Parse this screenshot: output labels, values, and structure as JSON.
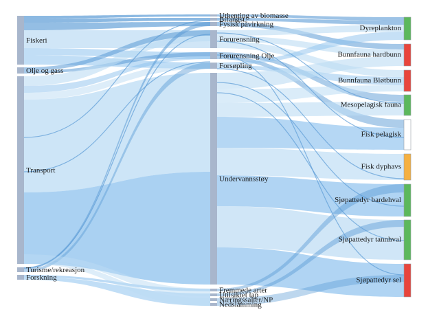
{
  "diagram": {
    "type": "sankey",
    "sources": [
      {
        "id": "fiskeri",
        "label": "Fiskeri"
      },
      {
        "id": "olje",
        "label": "Olje og gass"
      },
      {
        "id": "transport",
        "label": "Transport"
      },
      {
        "id": "turisme",
        "label": "Turisme/rekreasjon"
      },
      {
        "id": "forskning",
        "label": "Forskning"
      }
    ],
    "pressures": [
      {
        "id": "uthenting",
        "label": "Uthenting av biomasse"
      },
      {
        "id": "bifangst",
        "label": "Bifangst"
      },
      {
        "id": "fysisk",
        "label": "Fysisk påvirkning"
      },
      {
        "id": "forurensning",
        "label": "Forurensning"
      },
      {
        "id": "forurensning_olje",
        "label": "Forurensning Olje"
      },
      {
        "id": "forsopling",
        "label": "Forsøpling"
      },
      {
        "id": "undervannsstoy",
        "label": "Undervannsstøy"
      },
      {
        "id": "fremmede",
        "label": "Fremmede arter"
      },
      {
        "id": "utilsiktet",
        "label": "Utilsiktet tap"
      },
      {
        "id": "naeringssalter",
        "label": "Næringssalter/NP"
      },
      {
        "id": "nedslamming",
        "label": "Nedslamming"
      }
    ],
    "receptors": [
      {
        "id": "dyreplankton",
        "label": "Dyreplankton",
        "color": "#5cb85c"
      },
      {
        "id": "bunnfauna_hard",
        "label": "Bunnfauna hardbunn",
        "color": "#e8453c"
      },
      {
        "id": "bunnfauna_blot",
        "label": "Bunnfauna Bløtbunn",
        "color": "#e8453c"
      },
      {
        "id": "mesopelagisk",
        "label": "Mesopelagisk fauna",
        "color": "#5cb85c"
      },
      {
        "id": "fisk_pelagisk",
        "label": "Fisk pelagisk",
        "color": "#ffffff"
      },
      {
        "id": "fisk_dyphavs",
        "label": "Fisk dyphavs",
        "color": "#f5b041"
      },
      {
        "id": "sjopattedyr_barde",
        "label": "Sjøpattedyr bardehval",
        "color": "#5cb85c"
      },
      {
        "id": "sjopattedyr_tann",
        "label": "Sjøpattedyr tannhval",
        "color": "#5cb85c"
      },
      {
        "id": "sjopattedyr_sel",
        "label": "Sjøpattedyr sel",
        "color": "#e8453c"
      }
    ],
    "colors": {
      "node_gray": "#a8b6cc",
      "link_light": "#bcdcf4",
      "link_mid": "#8ec2ee",
      "link_dark": "#5b9bd5",
      "text": "#1a1a1a"
    }
  }
}
